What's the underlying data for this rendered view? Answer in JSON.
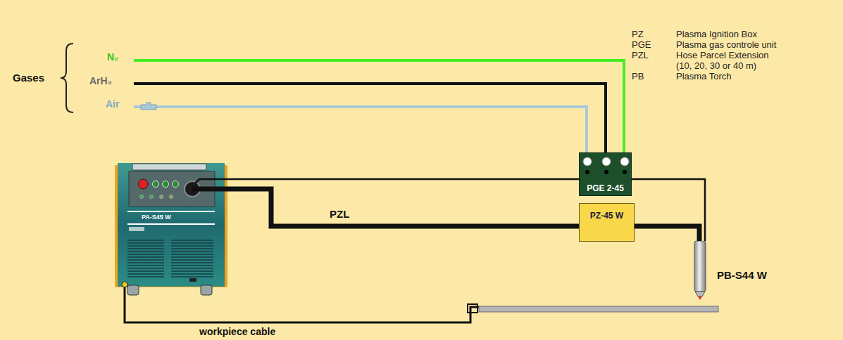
{
  "diagram": {
    "nodes": [
      {
        "text": [
          "PA-S45 W"
        ]
      },
      {
        "text": [
          "PGE 2-45"
        ]
      },
      {
        "text": [
          "PZ-45 W"
        ]
      },
      {
        "text": [
          "PB-S44 W"
        ]
      }
    ],
    "edges": [
      {
        "from": 0,
        "to": 1,
        "arrow": "none"
      },
      {
        "from": 0,
        "to": 2,
        "label": "PZL",
        "arrow": "none"
      },
      {
        "from": 1,
        "to": 3,
        "arrow": "none"
      },
      {
        "from": 2,
        "to": 3,
        "arrow": "none"
      }
    ],
    "labels": [
      "Gases",
      "N₂",
      "ArH₂",
      "Air",
      "PZ",
      "Plasma Ignition Box",
      "PGE",
      "Plasma gas controle unit",
      "PZL",
      "Hose Parcel Extension (10, 20, 30 or 40 m)",
      "PB",
      "Plasma Torch",
      "workpiece cable"
    ]
  }
}
